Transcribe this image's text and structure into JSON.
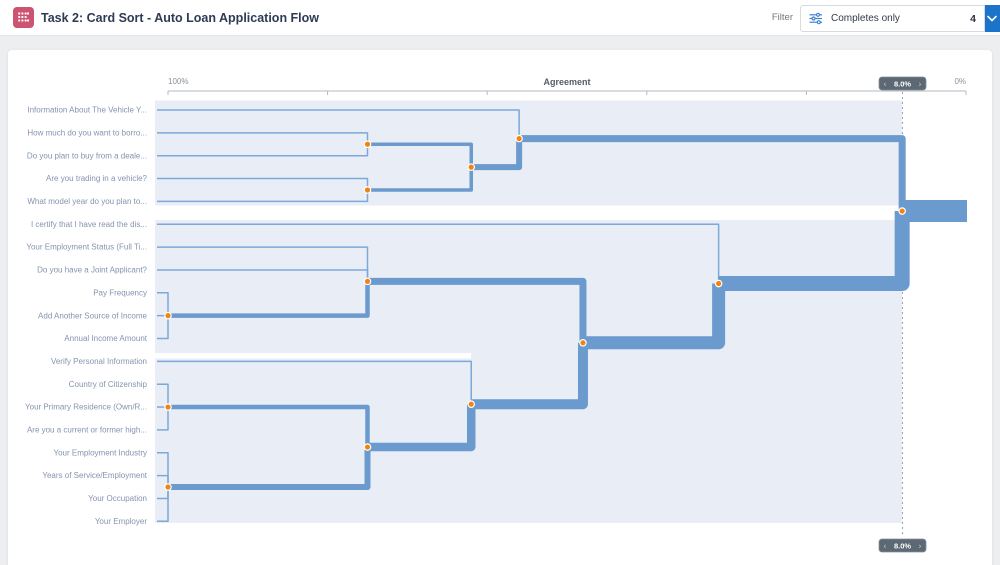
{
  "header": {
    "title": "Task 2: Card Sort - Auto Loan Application Flow",
    "title_icon": "card-sort-icon",
    "filter_label": "Filter",
    "filter_icon": "sliders-icon",
    "filter_value": "Completes only",
    "filter_count": "4",
    "dropdown_icon": "chevron-down-icon"
  },
  "colors": {
    "accent_blue": "#1b74ca",
    "band_blue": "#6b9ace",
    "thin_blue": "#7da8d8",
    "cluster_shade": "#e8edf6",
    "node_orange": "#f08511",
    "icon_rose": "#cd5471",
    "badge_slate": "#5c6873",
    "label_blue_grey": "#8494ae"
  },
  "chart_data": {
    "type": "dendrogram",
    "title": "Agreement",
    "axis": {
      "left": "100%",
      "center": "Agreement",
      "right": "0%",
      "min_pct": 0,
      "max_pct": 100,
      "ticks_pct": [
        100,
        80,
        60,
        40,
        20,
        0
      ]
    },
    "threshold": {
      "label": "8.0%",
      "prev": "‹",
      "next": "›",
      "value_pct": 8
    },
    "cards": [
      "Information About The Vehicle Y...",
      "How much do you want to borro...",
      "Do you plan to buy from a deale...",
      "Are you trading in a vehicle?",
      "What model year do you plan to...",
      "I certify that I have read the dis...",
      "Your Employment Status (Full Ti...",
      "Do you have a Joint Applicant?",
      "Pay Frequency",
      "Add Another Source of Income",
      "Annual Income Amount",
      "Verify Personal Information",
      "Country of Citizenship",
      "Your Primary Residence (Own/R...",
      "Are you a current or former high...",
      "Your Employment Industry",
      "Years of Service/Employment",
      "Your Occupation",
      "Your Employer"
    ],
    "merges": [
      {
        "id": "m1",
        "children": [
          "L2",
          "L3"
        ],
        "agreement": 75
      },
      {
        "id": "m2",
        "children": [
          "L4",
          "L5"
        ],
        "agreement": 75
      },
      {
        "id": "m3",
        "children": [
          "m1",
          "m2"
        ],
        "agreement": 62
      },
      {
        "id": "m4",
        "children": [
          "L1",
          "m3"
        ],
        "agreement": 56
      },
      {
        "id": "m5",
        "children": [
          "L9",
          "L10",
          "L11"
        ],
        "agreement": 100
      },
      {
        "id": "m6",
        "children": [
          "L7",
          "L8",
          "m5"
        ],
        "agreement": 75
      },
      {
        "id": "m7",
        "children": [
          "L13",
          "L14",
          "L15"
        ],
        "agreement": 100
      },
      {
        "id": "m8",
        "children": [
          "L16",
          "L17",
          "L18",
          "L19"
        ],
        "agreement": 100
      },
      {
        "id": "m9",
        "children": [
          "m7",
          "m8"
        ],
        "agreement": 75
      },
      {
        "id": "m10",
        "children": [
          "L12",
          "m9"
        ],
        "agreement": 62
      },
      {
        "id": "m11",
        "children": [
          "m6",
          "m10"
        ],
        "agreement": 48
      },
      {
        "id": "m12",
        "children": [
          "L6",
          "m11"
        ],
        "agreement": 31
      },
      {
        "id": "m13",
        "children": [
          "m4",
          "m12"
        ],
        "agreement": 8
      }
    ]
  }
}
